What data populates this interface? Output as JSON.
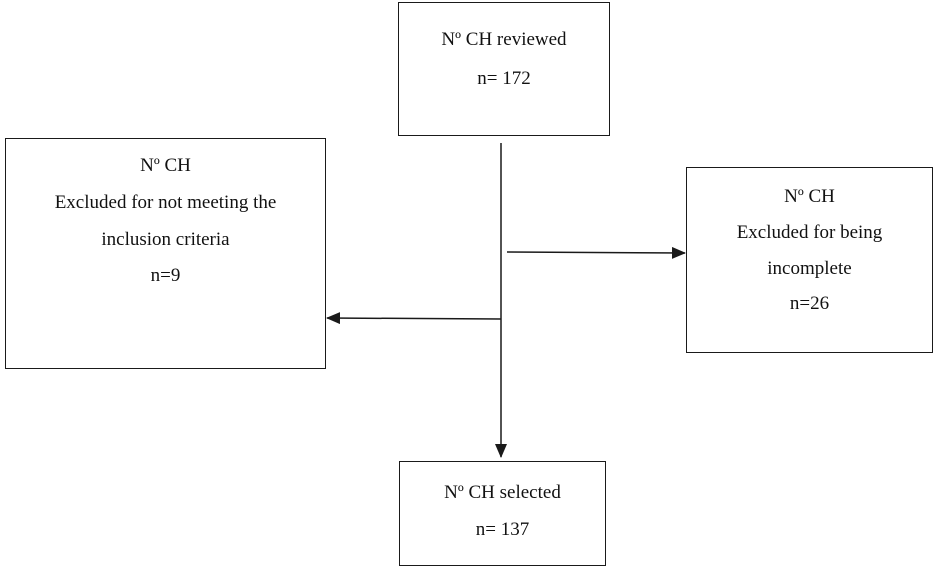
{
  "diagram": {
    "boxes": {
      "reviewed": {
        "lines": [
          "Nº CH reviewed",
          "n= 172"
        ]
      },
      "excluded_criteria": {
        "lines": [
          "Nº CH",
          "Excluded for not meeting the",
          "inclusion criteria",
          "n=9"
        ]
      },
      "excluded_incomplete": {
        "lines": [
          "Nº CH",
          "Excluded for being",
          "incomplete",
          "n=26"
        ]
      },
      "selected": {
        "lines": [
          "Nº CH selected",
          "n= 137"
        ]
      }
    },
    "connector_color": "#1a1a1a"
  }
}
